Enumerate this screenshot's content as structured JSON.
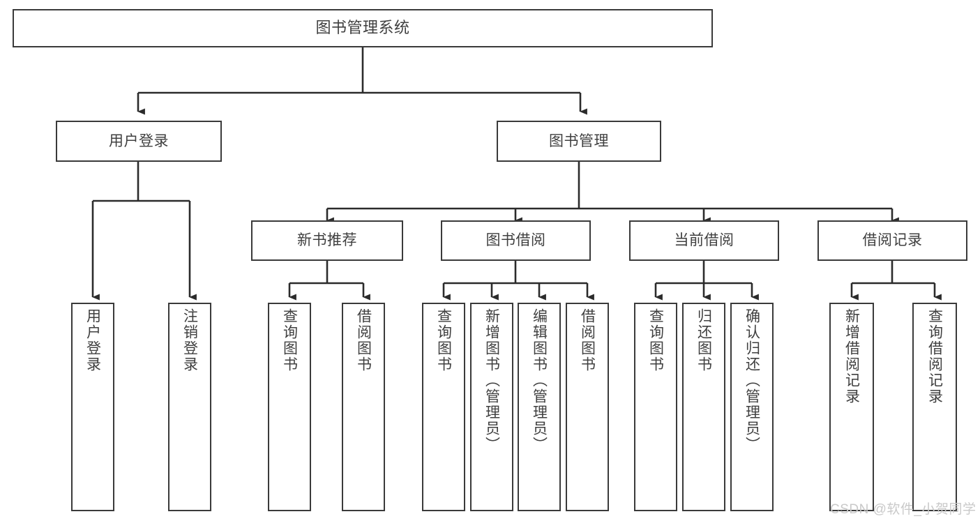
{
  "diagram": {
    "type": "tree-hierarchy",
    "title": "图书管理系统",
    "orientation": "top-down",
    "colors": {
      "box_border": "#3a3a3a",
      "box_fill": "#ffffff",
      "edge": "#2b2b2b",
      "text": "#3f3f3f",
      "watermark": "#c9c9c9",
      "background": "#ffffff"
    },
    "nodes": {
      "root": {
        "label": "图书管理系统"
      },
      "level1": [
        {
          "id": "user-login",
          "label": "用户登录"
        },
        {
          "id": "book-manage",
          "label": "图书管理"
        }
      ],
      "level2": [
        {
          "id": "new-book-recommend",
          "label": "新书推荐"
        },
        {
          "id": "book-borrow",
          "label": "图书借阅"
        },
        {
          "id": "current-borrow",
          "label": "当前借阅"
        },
        {
          "id": "borrow-record",
          "label": "借阅记录"
        }
      ],
      "leaves": {
        "user-login": [
          {
            "id": "leaf-user-login",
            "label": "用户登录"
          },
          {
            "id": "leaf-logout-login",
            "label": "注销登录"
          }
        ],
        "new-book-recommend": [
          {
            "id": "leaf-query-book-1",
            "label": "查询图书"
          },
          {
            "id": "leaf-borrow-book-1",
            "label": "借阅图书"
          }
        ],
        "book-borrow": [
          {
            "id": "leaf-query-book-2",
            "label": "查询图书"
          },
          {
            "id": "leaf-add-book-admin",
            "label": "新增图书（管理员）"
          },
          {
            "id": "leaf-edit-book-admin",
            "label": "编辑图书（管理员）"
          },
          {
            "id": "leaf-borrow-book-2",
            "label": "借阅图书"
          }
        ],
        "current-borrow": [
          {
            "id": "leaf-query-book-3",
            "label": "查询图书"
          },
          {
            "id": "leaf-return-book",
            "label": "归还图书"
          },
          {
            "id": "leaf-confirm-return-admin",
            "label": "确认归还（管理员）"
          }
        ],
        "borrow-record": [
          {
            "id": "leaf-add-borrow-record",
            "label": "新增借阅记录"
          },
          {
            "id": "leaf-query-borrow-record",
            "label": "查询借阅记录"
          }
        ]
      }
    },
    "watermark": "CSDN @软件_小贺同学"
  }
}
